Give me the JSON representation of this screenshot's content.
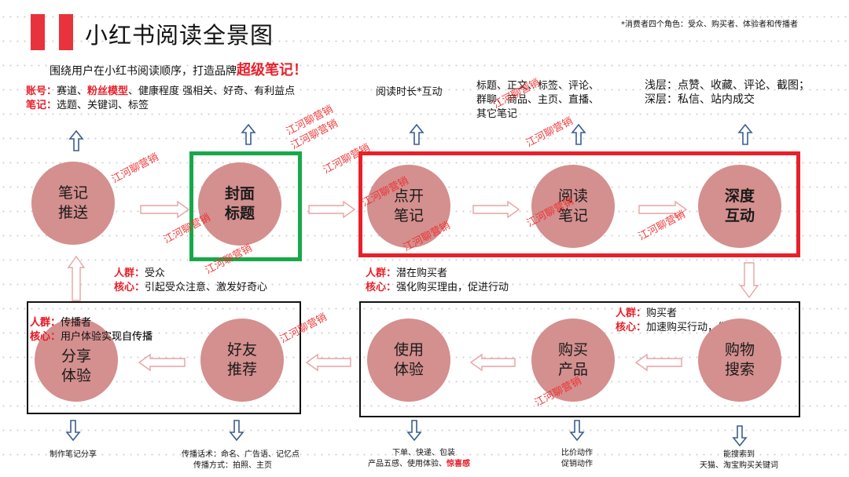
{
  "header": {
    "title": "小红书阅读全景图",
    "corner_note": "*消费者四个角色：受众、购买者、体验者和传播者",
    "subtitle_prefix": "围绕用户在小红书阅读顺序，打造品牌",
    "subtitle_highlight": "超级笔记！"
  },
  "notes": {
    "account_label": "账号：",
    "account_text1": "赛道、",
    "account_highlight": "粉丝模型",
    "account_text2": "、健康程度 强相关、好奇、有利益点",
    "note_label": "笔记：",
    "note_text": "选题、关键词、标签",
    "read_time": "阅读时长*互动",
    "content_items_1": "标题、正文、标签、评论、",
    "content_items_2": "群聊、商品、主页、直播、",
    "content_items_3": "其它笔记",
    "shallow": "浅层：点赞、收藏、评论、截图；",
    "deep": "深层：私信、站内成交"
  },
  "stages": [
    {
      "line1": "笔记",
      "line2": "推送"
    },
    {
      "line1": "封面",
      "line2": "标题"
    },
    {
      "line1": "点开",
      "line2": "笔记"
    },
    {
      "line1": "阅读",
      "line2": "笔记"
    },
    {
      "line1": "深度",
      "line2": "互动"
    },
    {
      "line1": "购物",
      "line2": "搜索"
    },
    {
      "line1": "购买",
      "line2": "产品"
    },
    {
      "line1": "使用",
      "line2": "体验"
    },
    {
      "line1": "好友",
      "line2": "推荐"
    },
    {
      "line1": "分享",
      "line2": "体验"
    }
  ],
  "roles": {
    "crowd_label": "人群：",
    "core_label": "核心：",
    "audience": {
      "crowd": "受众",
      "core": "引起受众注意、激发好奇心"
    },
    "potential": {
      "crowd": "潜在购买者",
      "core": "强化购买理由，促进行动"
    },
    "buyer": {
      "crowd": "购买者",
      "core": "加速购买行动，做足体验"
    },
    "spreader": {
      "crowd": "传播者",
      "core": "用户体验实现自传播"
    }
  },
  "bottom_notes": {
    "share": "制作笔记分享",
    "spread_1": "传播话术：命名、广告语、记忆点",
    "spread_2": "传播方式：拍照、主页",
    "use_1": "下单、快递、包装",
    "use_2a": "产品五感、使用体验、",
    "use_2b": "惊喜感",
    "buy_1": "比价动作",
    "buy_2": "促销动作",
    "search_1": "能搜索到",
    "search_2": "天猫、淘宝购买关键词"
  },
  "watermark": "江河聊营销",
  "colors": {
    "accent_red": "#e8202a",
    "logo_red": "#e8333c",
    "circle_fill": "#d48f8f",
    "green_box": "#18a84a",
    "arrow_blue": "#3a5e8c",
    "arrow_pink": "#e7a3a3"
  }
}
